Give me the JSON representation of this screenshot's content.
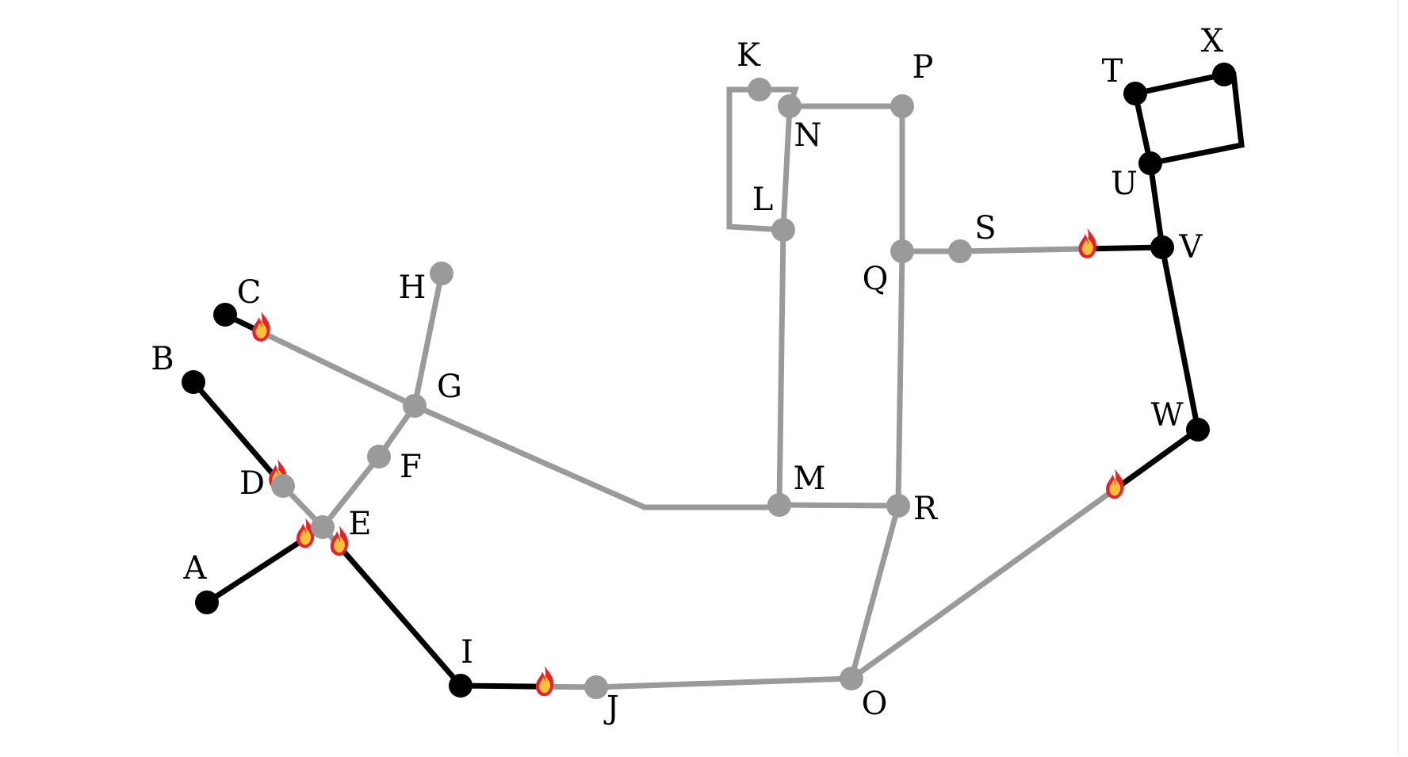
{
  "colors": {
    "burnt": "#000000",
    "unburnt": "#9a9a9a",
    "flame_outer": "#e8222a",
    "flame_inner": "#f7c23a"
  },
  "nodes": [
    {
      "id": "A",
      "label": "A",
      "state": "burnt"
    },
    {
      "id": "B",
      "label": "B",
      "state": "burnt"
    },
    {
      "id": "C",
      "label": "C",
      "state": "burnt"
    },
    {
      "id": "D",
      "label": "D",
      "state": "unburnt"
    },
    {
      "id": "E",
      "label": "E",
      "state": "unburnt"
    },
    {
      "id": "F",
      "label": "F",
      "state": "unburnt"
    },
    {
      "id": "G",
      "label": "G",
      "state": "unburnt"
    },
    {
      "id": "H",
      "label": "H",
      "state": "unburnt"
    },
    {
      "id": "I",
      "label": "I",
      "state": "burnt"
    },
    {
      "id": "J",
      "label": "J",
      "state": "unburnt"
    },
    {
      "id": "K",
      "label": "K",
      "state": "unburnt"
    },
    {
      "id": "L",
      "label": "L",
      "state": "unburnt"
    },
    {
      "id": "M",
      "label": "M",
      "state": "unburnt"
    },
    {
      "id": "N",
      "label": "N",
      "state": "unburnt"
    },
    {
      "id": "O",
      "label": "O",
      "state": "unburnt"
    },
    {
      "id": "P",
      "label": "P",
      "state": "unburnt"
    },
    {
      "id": "Q",
      "label": "Q",
      "state": "unburnt"
    },
    {
      "id": "R",
      "label": "R",
      "state": "unburnt"
    },
    {
      "id": "S",
      "label": "S",
      "state": "unburnt"
    },
    {
      "id": "T",
      "label": "T",
      "state": "burnt"
    },
    {
      "id": "U",
      "label": "U",
      "state": "burnt"
    },
    {
      "id": "V",
      "label": "V",
      "state": "burnt"
    },
    {
      "id": "W",
      "label": "W",
      "state": "burnt"
    },
    {
      "id": "X",
      "label": "X",
      "state": "burnt"
    }
  ],
  "edges": [
    {
      "from": "A",
      "to": "E",
      "fire": true
    },
    {
      "from": "B",
      "to": "D",
      "fire": true
    },
    {
      "from": "D",
      "to": "E",
      "fire": false
    },
    {
      "from": "C",
      "to": "G",
      "fire": true
    },
    {
      "from": "E",
      "to": "F",
      "fire": false
    },
    {
      "from": "F",
      "to": "G",
      "fire": false
    },
    {
      "from": "G",
      "to": "H",
      "fire": false
    },
    {
      "from": "G",
      "to": "M",
      "fire": false
    },
    {
      "from": "E",
      "to": "I",
      "fire": true
    },
    {
      "from": "I",
      "to": "J",
      "fire": true
    },
    {
      "from": "J",
      "to": "O",
      "fire": false
    },
    {
      "from": "K",
      "to": "N",
      "fire": false
    },
    {
      "from": "K",
      "to": "L",
      "fire": false
    },
    {
      "from": "N",
      "to": "L",
      "fire": false
    },
    {
      "from": "N",
      "to": "P",
      "fire": false
    },
    {
      "from": "L",
      "to": "M",
      "fire": false
    },
    {
      "from": "M",
      "to": "R",
      "fire": false
    },
    {
      "from": "P",
      "to": "Q",
      "fire": false
    },
    {
      "from": "Q",
      "to": "R",
      "fire": false
    },
    {
      "from": "Q",
      "to": "S",
      "fire": false
    },
    {
      "from": "S",
      "to": "V",
      "fire": true
    },
    {
      "from": "R",
      "to": "O",
      "fire": false
    },
    {
      "from": "O",
      "to": "W",
      "fire": true
    },
    {
      "from": "T",
      "to": "X",
      "fire": false
    },
    {
      "from": "T",
      "to": "U",
      "fire": false
    },
    {
      "from": "U",
      "to": "X",
      "fire": false
    },
    {
      "from": "U",
      "to": "V",
      "fire": false
    },
    {
      "from": "V",
      "to": "W",
      "fire": false
    }
  ]
}
